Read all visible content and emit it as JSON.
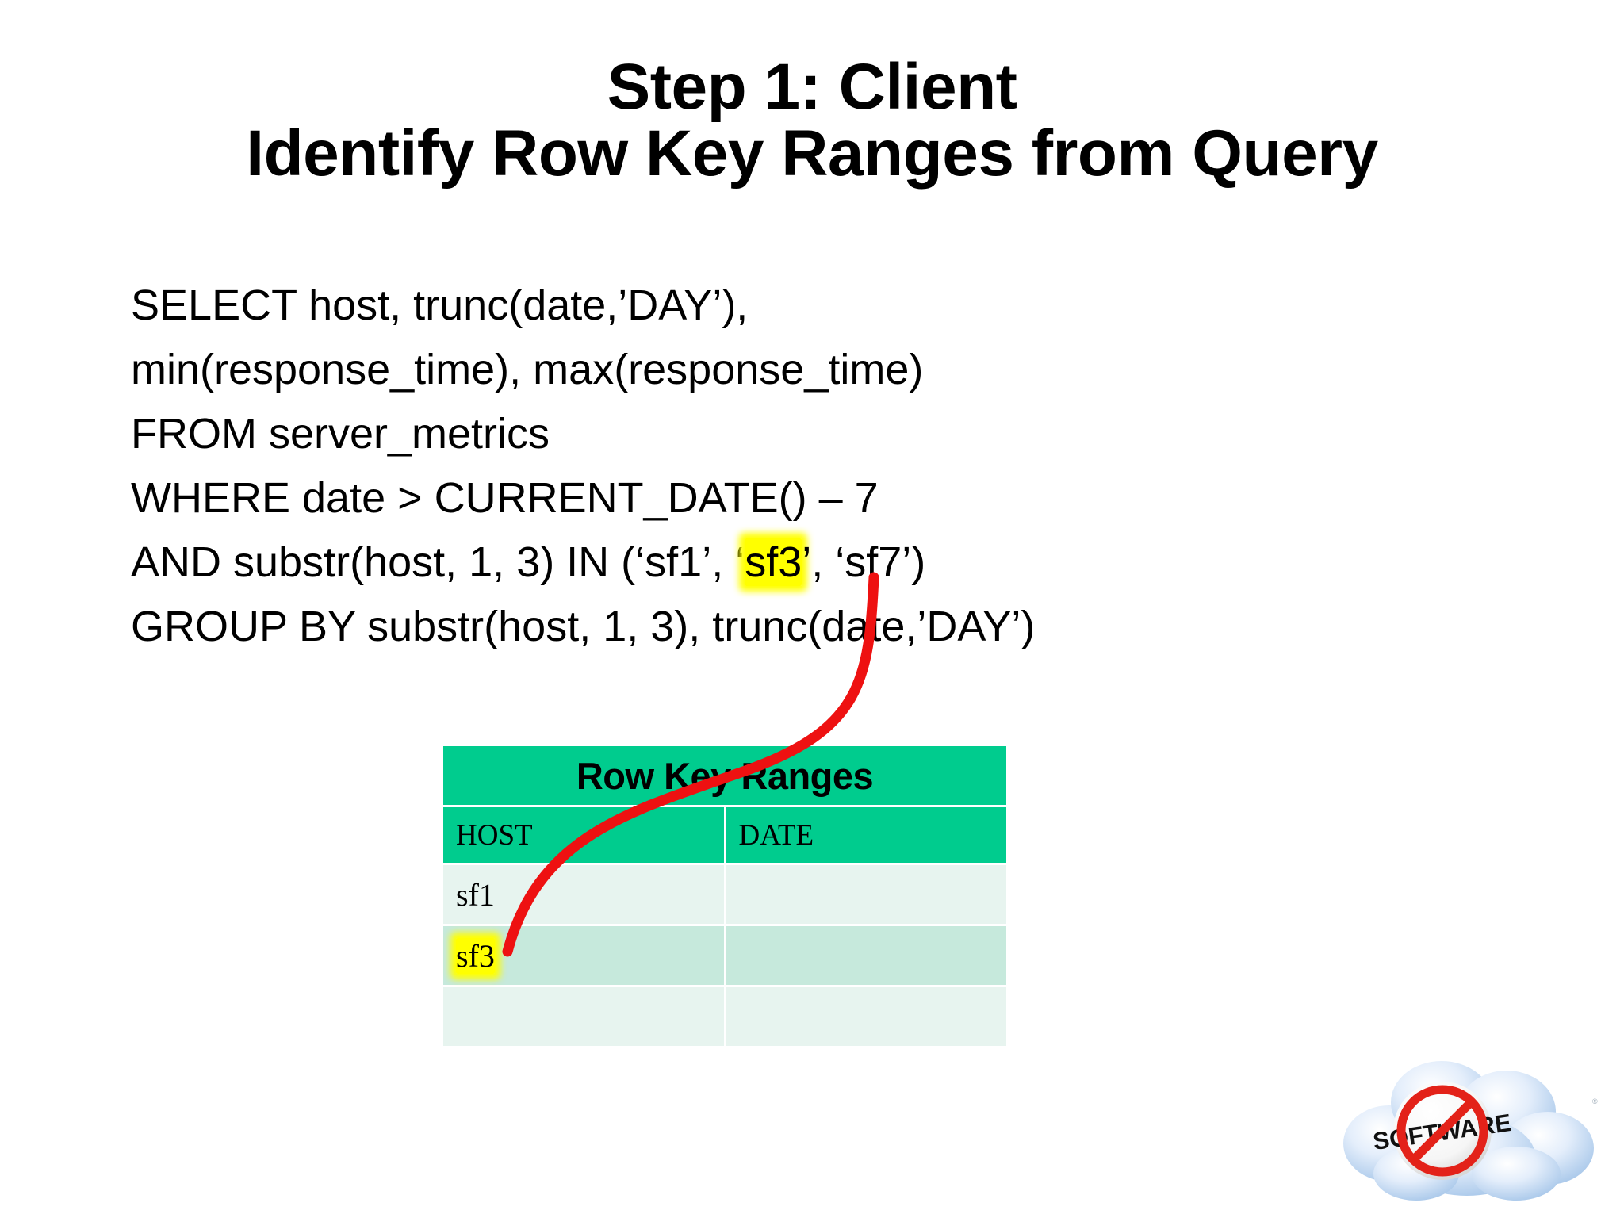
{
  "slide": {
    "title_lines": [
      "Step 1: Client",
      "Identify Row Key Ranges from Query"
    ],
    "background_color": "#ffffff"
  },
  "query": {
    "lines": [
      "SELECT host, trunc(date,’DAY’),",
      "min(response_time), max(response_time)",
      "FROM server_metrics",
      "WHERE date > CURRENT_DATE() – 7",
      "GROUP BY substr(host, 1, 3), trunc(date,’DAY’)"
    ],
    "and_line": {
      "prefix": "AND substr(host, 1, 3) IN (‘sf1’, ‘",
      "highlight": "sf3",
      "suffix": "’, ‘sf7’)"
    },
    "highlight_color": "#ffff00"
  },
  "table": {
    "title": "Row Key Ranges",
    "columns": [
      "HOST",
      "DATE"
    ],
    "rows": [
      {
        "host": "sf1",
        "date": "",
        "highlighted": false
      },
      {
        "host": "sf3",
        "date": "",
        "highlighted": true
      },
      {
        "host": "",
        "date": "",
        "highlighted": false
      }
    ],
    "header_color": "#00cc8e",
    "row_color_light": "#e7f4ef",
    "row_color_dark": "#c6e9dc"
  },
  "annotation": {
    "connector_color": "#ee1111",
    "connector_description": "red curved arrow from sf3 in query to sf3 in table"
  },
  "logo": {
    "text": "SOFTWARE",
    "description": "no-software cloud logo"
  }
}
